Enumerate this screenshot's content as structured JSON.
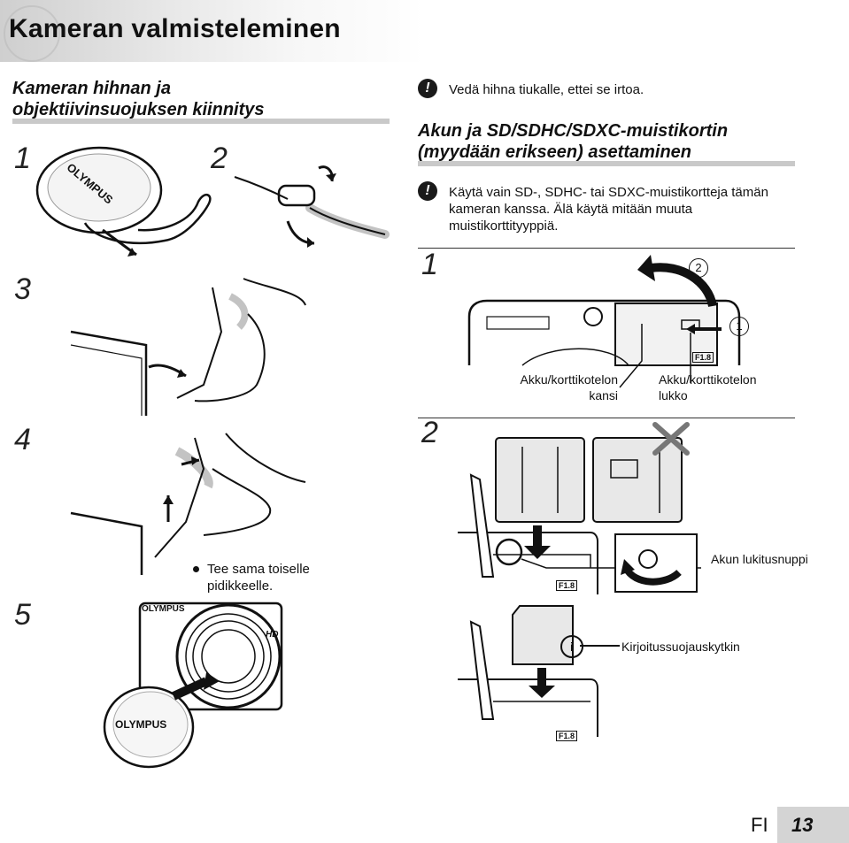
{
  "page": {
    "title": "Kameran valmisteleminen",
    "page_number": "13",
    "language": "FI"
  },
  "left": {
    "heading_line1": "Kameran hihnan ja",
    "heading_line2": "objektiivinsuojuksen kiinnitys",
    "steps": [
      "1",
      "2",
      "3",
      "4",
      "5"
    ],
    "lens_cap_brand": "OLYMPUS",
    "step4_bullet": "Tee sama toiselle pidikkeelle.",
    "camera_model_mark": "HD"
  },
  "right": {
    "note1": "Vedä hihna tiukalle, ettei se irtoa.",
    "heading_line1": "Akun ja SD/SDHC/SDXC-muistikortin",
    "heading_line2": "(myydään erikseen) asettaminen",
    "note2": "Käytä vain SD-, SDHC- tai SDXC-muistikortteja tämän kameran kanssa. Älä käytä mitään muuta muistikorttityyppiä.",
    "steps": [
      "1",
      "2"
    ],
    "circled": [
      "2",
      "1"
    ],
    "label_cover": "Akku/korttikotelon kansi",
    "label_lock": "Akku/korttikotelon lukko",
    "label_knob": "Akun lukitusnuppi",
    "label_write_protect": "Kirjoitussuojauskytkin",
    "lens_mark": "F1.8"
  },
  "icons": {
    "warning": "warning-icon",
    "arrow": "arrow-icon",
    "prohibit": "cross-icon"
  }
}
